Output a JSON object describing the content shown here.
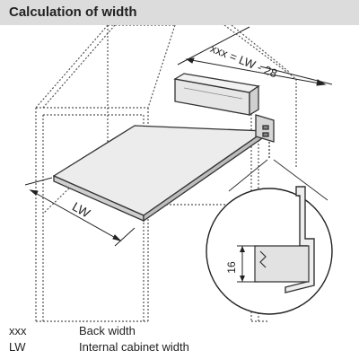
{
  "header": {
    "title": "Calculation of width"
  },
  "diagram": {
    "dimension_top": "xxx = LW - 28",
    "dimension_bottom": "LW",
    "detail_dimension": "16"
  },
  "legend": [
    {
      "abbr": "xxx",
      "definition": "Back width"
    },
    {
      "abbr": "LW",
      "definition": "Internal cabinet width"
    }
  ],
  "colors": {
    "header_bg": "#dcdcdc",
    "line": "#333333",
    "dotted": "#555555"
  }
}
